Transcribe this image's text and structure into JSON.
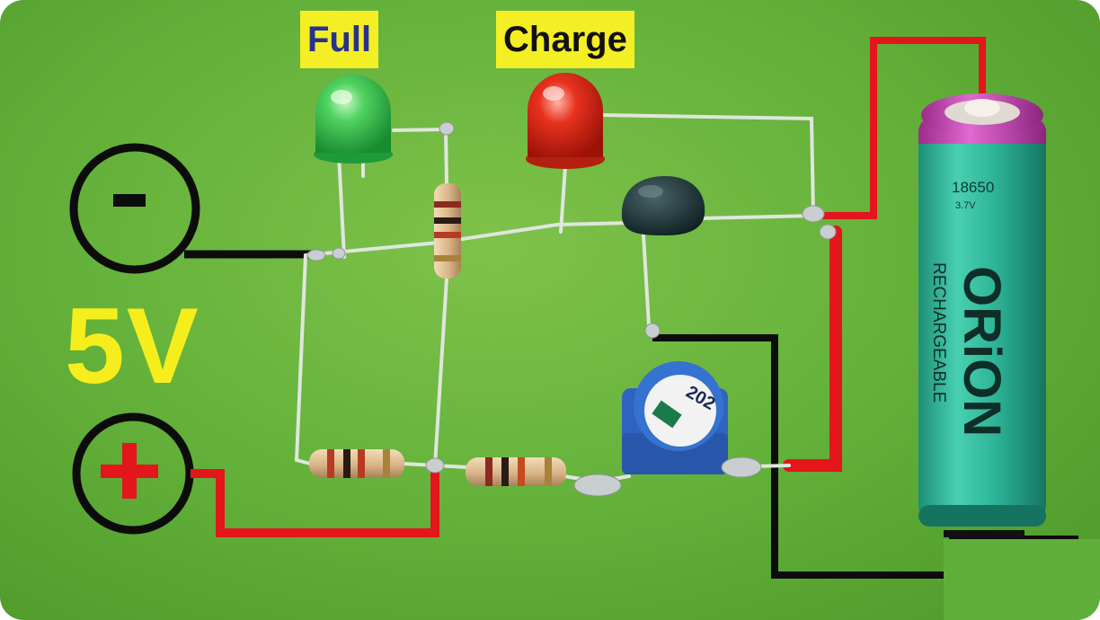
{
  "labels": {
    "full": "Full",
    "charge": "Charge",
    "voltage": "5V",
    "minus": "-",
    "plus": "+"
  },
  "potentiometer": {
    "marking": "202"
  },
  "battery": {
    "model": "18650",
    "rating": "3.7V",
    "brand": "ORiON",
    "type": "RECHARGEABLE"
  },
  "colors": {
    "background": "#66b33c",
    "label_bg": "#f4ee24",
    "full_text": "#27318f",
    "voltage_text": "#f6ee1c",
    "led_full": "#2fbf4a",
    "led_charge": "#e02a1c",
    "wire_positive": "#e4151b",
    "wire_negative": "#111111",
    "battery_body": "#2eb89a",
    "battery_cap": "#c63fb0"
  },
  "icons": [
    "minus-terminal-icon",
    "plus-terminal-icon"
  ]
}
